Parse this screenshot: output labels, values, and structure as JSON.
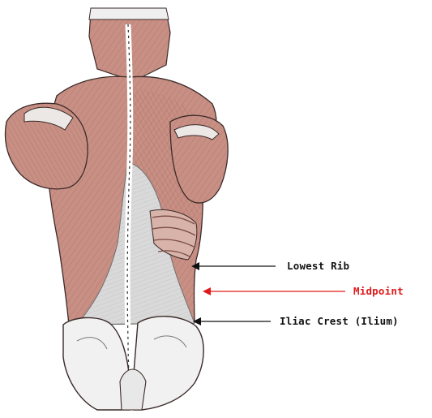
{
  "annotations": [
    {
      "id": "lowest_rib",
      "text": "Lowest Rib",
      "color": "#111111"
    },
    {
      "id": "midpoint",
      "text": "Midpoint",
      "color": "#e01a1a"
    },
    {
      "id": "iliac_crest",
      "text": "Iliac Crest (Ilium)",
      "color": "#111111"
    }
  ],
  "colors": {
    "muscle": "#c88f84",
    "muscle_light": "#e2b6ac",
    "muscle_dark": "#8e5048",
    "fascia": "#d9d9d9",
    "bone": "#f1f1f1",
    "outline": "#3a2a28"
  }
}
